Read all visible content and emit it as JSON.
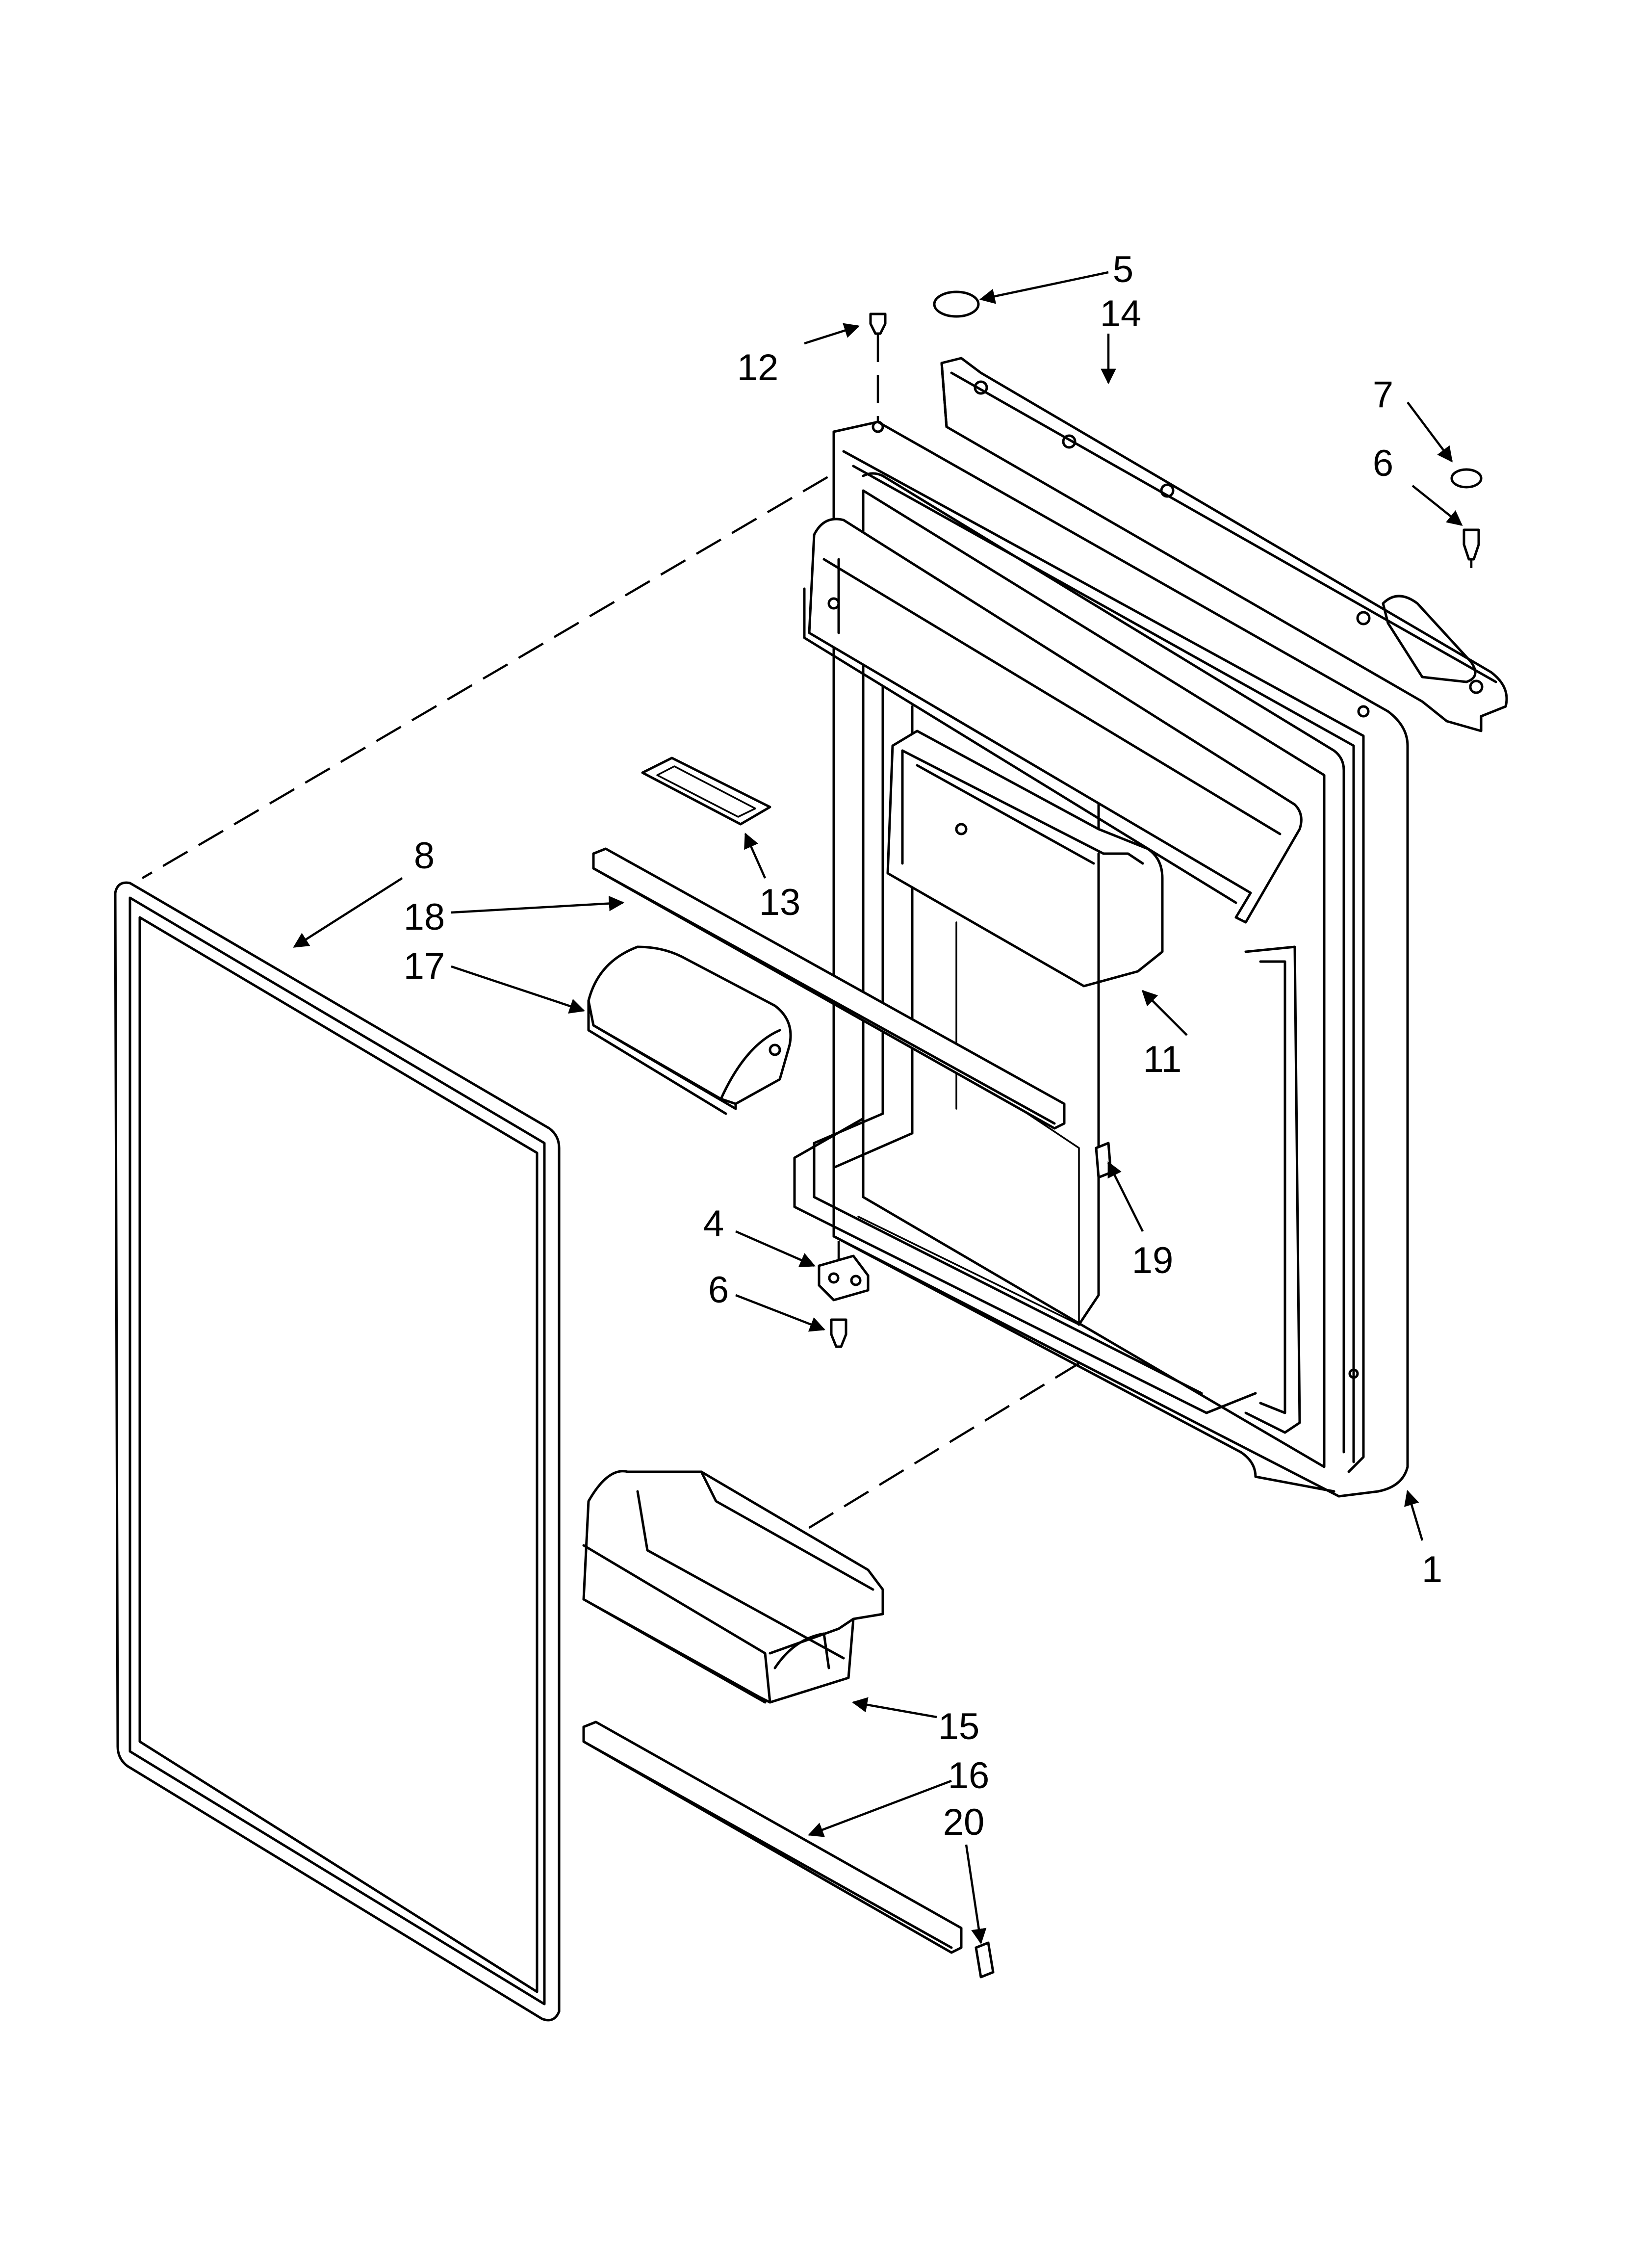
{
  "diagram": {
    "callouts": {
      "c1": "1",
      "c4": "4",
      "c5": "5",
      "c6a": "6",
      "c6b": "6",
      "c7": "7",
      "c8": "8",
      "c11": "11",
      "c12": "12",
      "c13": "13",
      "c14": "14",
      "c15": "15",
      "c16": "16",
      "c17": "17",
      "c18": "18",
      "c19": "19",
      "c20": "20"
    }
  }
}
